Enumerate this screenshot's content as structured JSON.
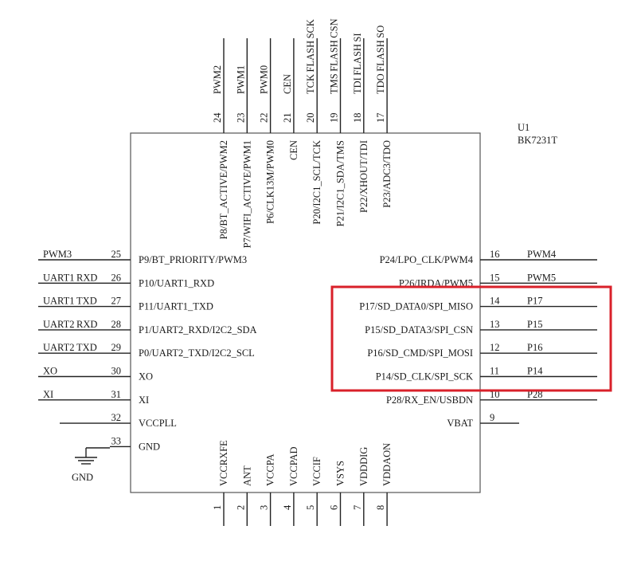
{
  "component": {
    "reference": "U1",
    "part": "BK7231T"
  },
  "highlight_color": "#d9202a",
  "ground_label": "GND",
  "pins_left": [
    {
      "num": "25",
      "net": "PWM3",
      "name": "P9/BT_PRIORITY/PWM3"
    },
    {
      "num": "26",
      "net": "UART1_RXD",
      "name": "P10/UART1_RXD"
    },
    {
      "num": "27",
      "net": "UART1_TXD",
      "name": "P11/UART1_TXD"
    },
    {
      "num": "28",
      "net": "UART2_RXD",
      "name": "P1/UART2_RXD/I2C2_SDA"
    },
    {
      "num": "29",
      "net": "UART2_TXD",
      "name": "P0/UART2_TXD/I2C2_SCL"
    },
    {
      "num": "30",
      "net": "XO",
      "name": "XO"
    },
    {
      "num": "31",
      "net": "XI",
      "name": "XI"
    },
    {
      "num": "32",
      "net": "",
      "name": "VCCPLL"
    },
    {
      "num": "33",
      "net": "",
      "name": "GND"
    }
  ],
  "pins_right": [
    {
      "num": "16",
      "net": "PWM4",
      "name": "P24/LPO_CLK/PWM4"
    },
    {
      "num": "15",
      "net": "PWM5",
      "name": "P26/IRDA/PWM5"
    },
    {
      "num": "14",
      "net": "P17",
      "name": "P17/SD_DATA0/SPI_MISO"
    },
    {
      "num": "13",
      "net": "P15",
      "name": "P15/SD_DATA3/SPI_CSN"
    },
    {
      "num": "12",
      "net": "P16",
      "name": "P16/SD_CMD/SPI_MOSI"
    },
    {
      "num": "11",
      "net": "P14",
      "name": "P14/SD_CLK/SPI_SCK"
    },
    {
      "num": "10",
      "net": "P28",
      "name": "P28/RX_EN/USBDN"
    },
    {
      "num": "9",
      "net": "",
      "name": "VBAT"
    }
  ],
  "pins_top": [
    {
      "num": "24",
      "net": "PWM2",
      "name": "P8/BT_ACTIVE/PWM2"
    },
    {
      "num": "23",
      "net": "PWM1",
      "name": "P7/WIFI_ACTIVE/PWM1"
    },
    {
      "num": "22",
      "net": "PWM0",
      "name": "P6/CLK13M/PWM0"
    },
    {
      "num": "21",
      "net": "CEN",
      "name": "CEN"
    },
    {
      "num": "20",
      "net": "TCK_FLASH_SCK",
      "name": "P20/I2C1_SCL/TCK"
    },
    {
      "num": "19",
      "net": "TMS_FLASH_CSN",
      "name": "P21/I2C1_SDA/TMS"
    },
    {
      "num": "18",
      "net": "TDI_FLASH_SI",
      "name": "P22/XHOUT/TDI"
    },
    {
      "num": "17",
      "net": "TDO_FLASH_SO",
      "name": "P23/ADC3/TDO"
    }
  ],
  "pins_bottom": [
    {
      "num": "1",
      "name": "VCCRXFE"
    },
    {
      "num": "2",
      "name": "ANT"
    },
    {
      "num": "3",
      "name": "VCCPA"
    },
    {
      "num": "4",
      "name": "VCCPAD"
    },
    {
      "num": "5",
      "name": "VCCIF"
    },
    {
      "num": "6",
      "name": "VSYS"
    },
    {
      "num": "7",
      "name": "VDDDIG"
    },
    {
      "num": "8",
      "name": "VDDAON"
    }
  ]
}
